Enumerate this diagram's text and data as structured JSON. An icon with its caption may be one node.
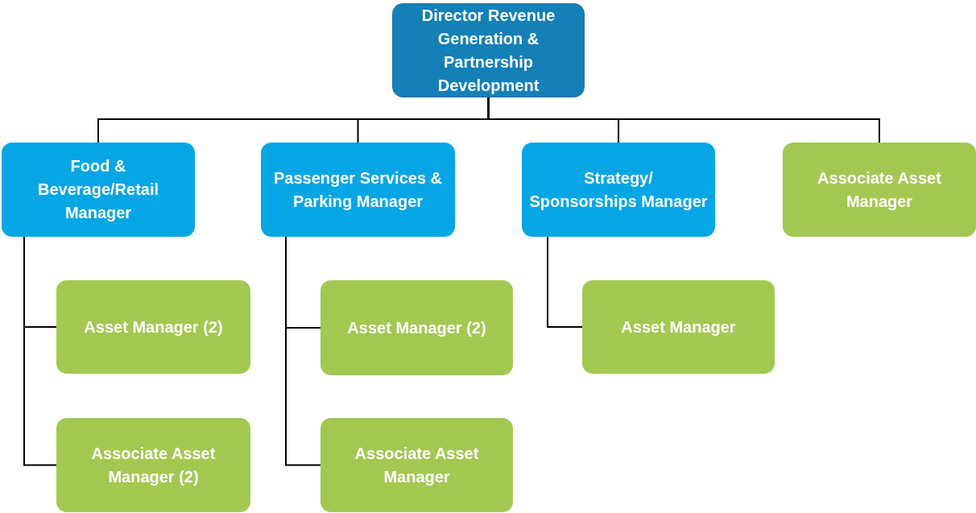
{
  "diagram": {
    "nodes": [
      {
        "text": [
          "Director Revenue Generation & Partnership Development"
        ]
      },
      {
        "text": [
          "Food & Beverage/Retail Manager"
        ]
      },
      {
        "text": [
          "Passenger Services & Parking Manager"
        ]
      },
      {
        "text": [
          "Strategy/ Sponsorships Manager"
        ]
      },
      {
        "text": [
          "Associate Asset Manager"
        ]
      },
      {
        "text": [
          "Asset Manager (2)"
        ]
      },
      {
        "text": [
          "Associate Asset Manager (2)"
        ]
      },
      {
        "text": [
          "Asset Manager (2)"
        ]
      },
      {
        "text": [
          "Associate Asset Manager"
        ]
      },
      {
        "text": [
          "Asset Manager"
        ]
      }
    ],
    "edges": [
      {
        "from": 0,
        "to": 1,
        "arrow": "none"
      },
      {
        "from": 0,
        "to": 2,
        "arrow": "none"
      },
      {
        "from": 0,
        "to": 3,
        "arrow": "none"
      },
      {
        "from": 0,
        "to": 4,
        "arrow": "none"
      },
      {
        "from": 1,
        "to": 5,
        "arrow": "none"
      },
      {
        "from": 1,
        "to": 6,
        "arrow": "none"
      },
      {
        "from": 2,
        "to": 7,
        "arrow": "none"
      },
      {
        "from": 2,
        "to": 8,
        "arrow": "none"
      },
      {
        "from": 3,
        "to": 9,
        "arrow": "none"
      }
    ]
  }
}
